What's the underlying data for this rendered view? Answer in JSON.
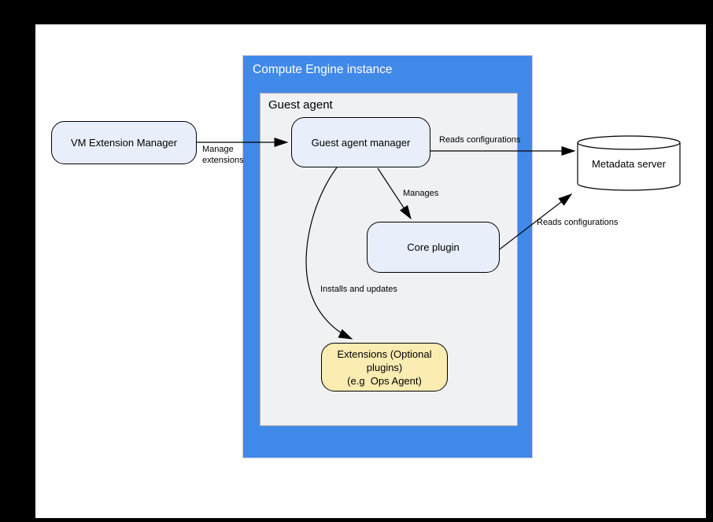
{
  "diagram": {
    "compute_engine_container": {
      "title": "Compute Engine instance"
    },
    "guest_agent_container": {
      "title": "Guest agent"
    },
    "nodes": {
      "vm_extension_manager": {
        "label": "VM Extension Manager"
      },
      "guest_agent_manager": {
        "label": "Guest agent manager"
      },
      "core_plugin": {
        "label": "Core plugin"
      },
      "extensions": {
        "label": "Extensions (Optional plugins)",
        "sublabel": "(e.g  Ops Agent)"
      },
      "metadata_server": {
        "label": "Metadata server"
      }
    },
    "edge_labels": {
      "manage_extensions": "Manage extensions",
      "reads_configurations_top": "Reads configurations",
      "manages": "Manages",
      "reads_configurations_bottom": "Reads configurations",
      "installs_and_updates": "Installs and updates"
    },
    "colors": {
      "container_blue": "#4189E8",
      "panel_gray": "#F0F1F3",
      "node_fill_blue": "#E8EEFA",
      "node_fill_yellow": "#FBECB2",
      "stroke_black": "#000000",
      "title_text_white": "#FFFFFF"
    }
  }
}
